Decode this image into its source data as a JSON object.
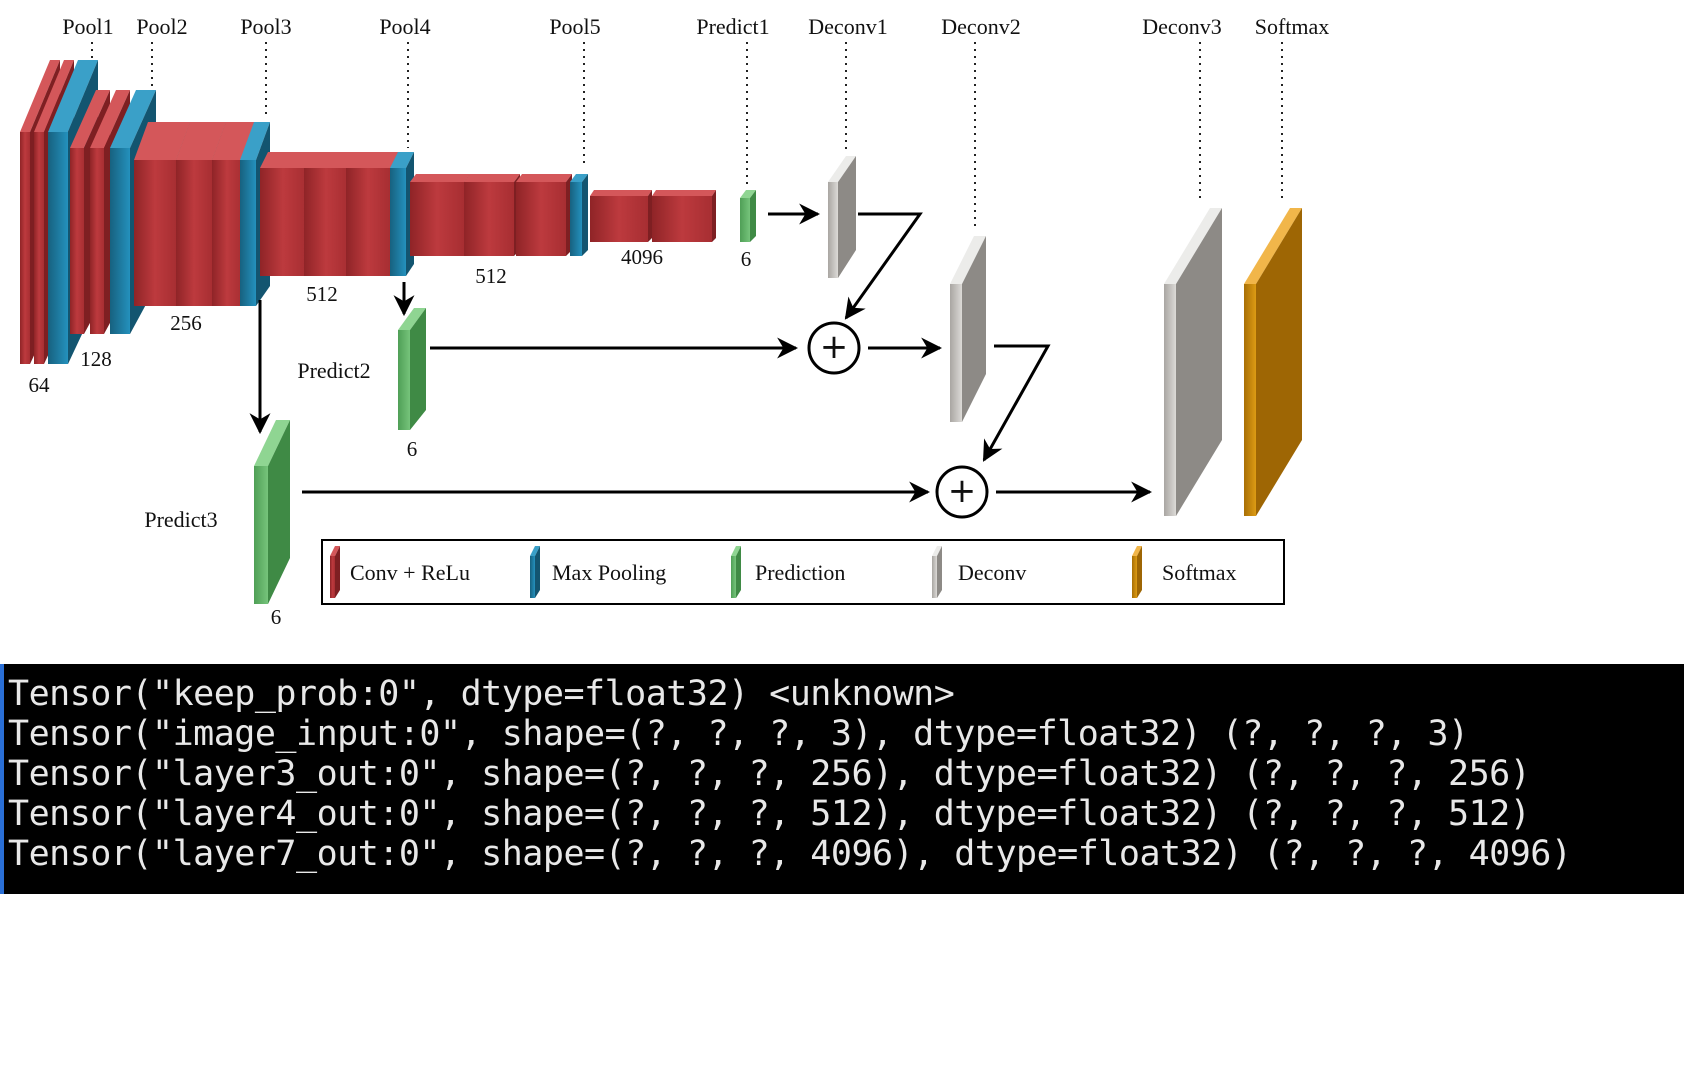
{
  "diagram": {
    "top_labels": [
      "Pool1",
      "Pool2",
      "Pool3",
      "Pool4",
      "Pool5",
      "Predict1",
      "Deconv1",
      "Deconv2",
      "Deconv3",
      "Softmax"
    ],
    "side_labels": [
      "Predict2",
      "Predict3"
    ],
    "dims": [
      "64",
      "128",
      "256",
      "512",
      "512",
      "4096",
      "6",
      "6",
      "6"
    ],
    "legend": [
      "Conv + ReLu",
      "Max Pooling",
      "Prediction",
      "Deconv",
      "Softmax"
    ],
    "plus_symbol": "+",
    "colors": {
      "conv": "#b9373b",
      "pool": "#1f7fa6",
      "prediction": "#5cb262",
      "deconv": "#c9c7c4",
      "softmax": "#cf8e0c"
    }
  },
  "console": {
    "lines": [
      "Tensor(\"keep_prob:0\", dtype=float32) <unknown>",
      "Tensor(\"image_input:0\", shape=(?, ?, ?, 3), dtype=float32) (?, ?, ?, 3)",
      "Tensor(\"layer3_out:0\", shape=(?, ?, ?, 256), dtype=float32) (?, ?, ?, 256)",
      "Tensor(\"layer4_out:0\", shape=(?, ?, ?, 512), dtype=float32) (?, ?, ?, 512)",
      "Tensor(\"layer7_out:0\", shape=(?, ?, ?, 4096), dtype=float32) (?, ?, ?, 4096)"
    ]
  }
}
